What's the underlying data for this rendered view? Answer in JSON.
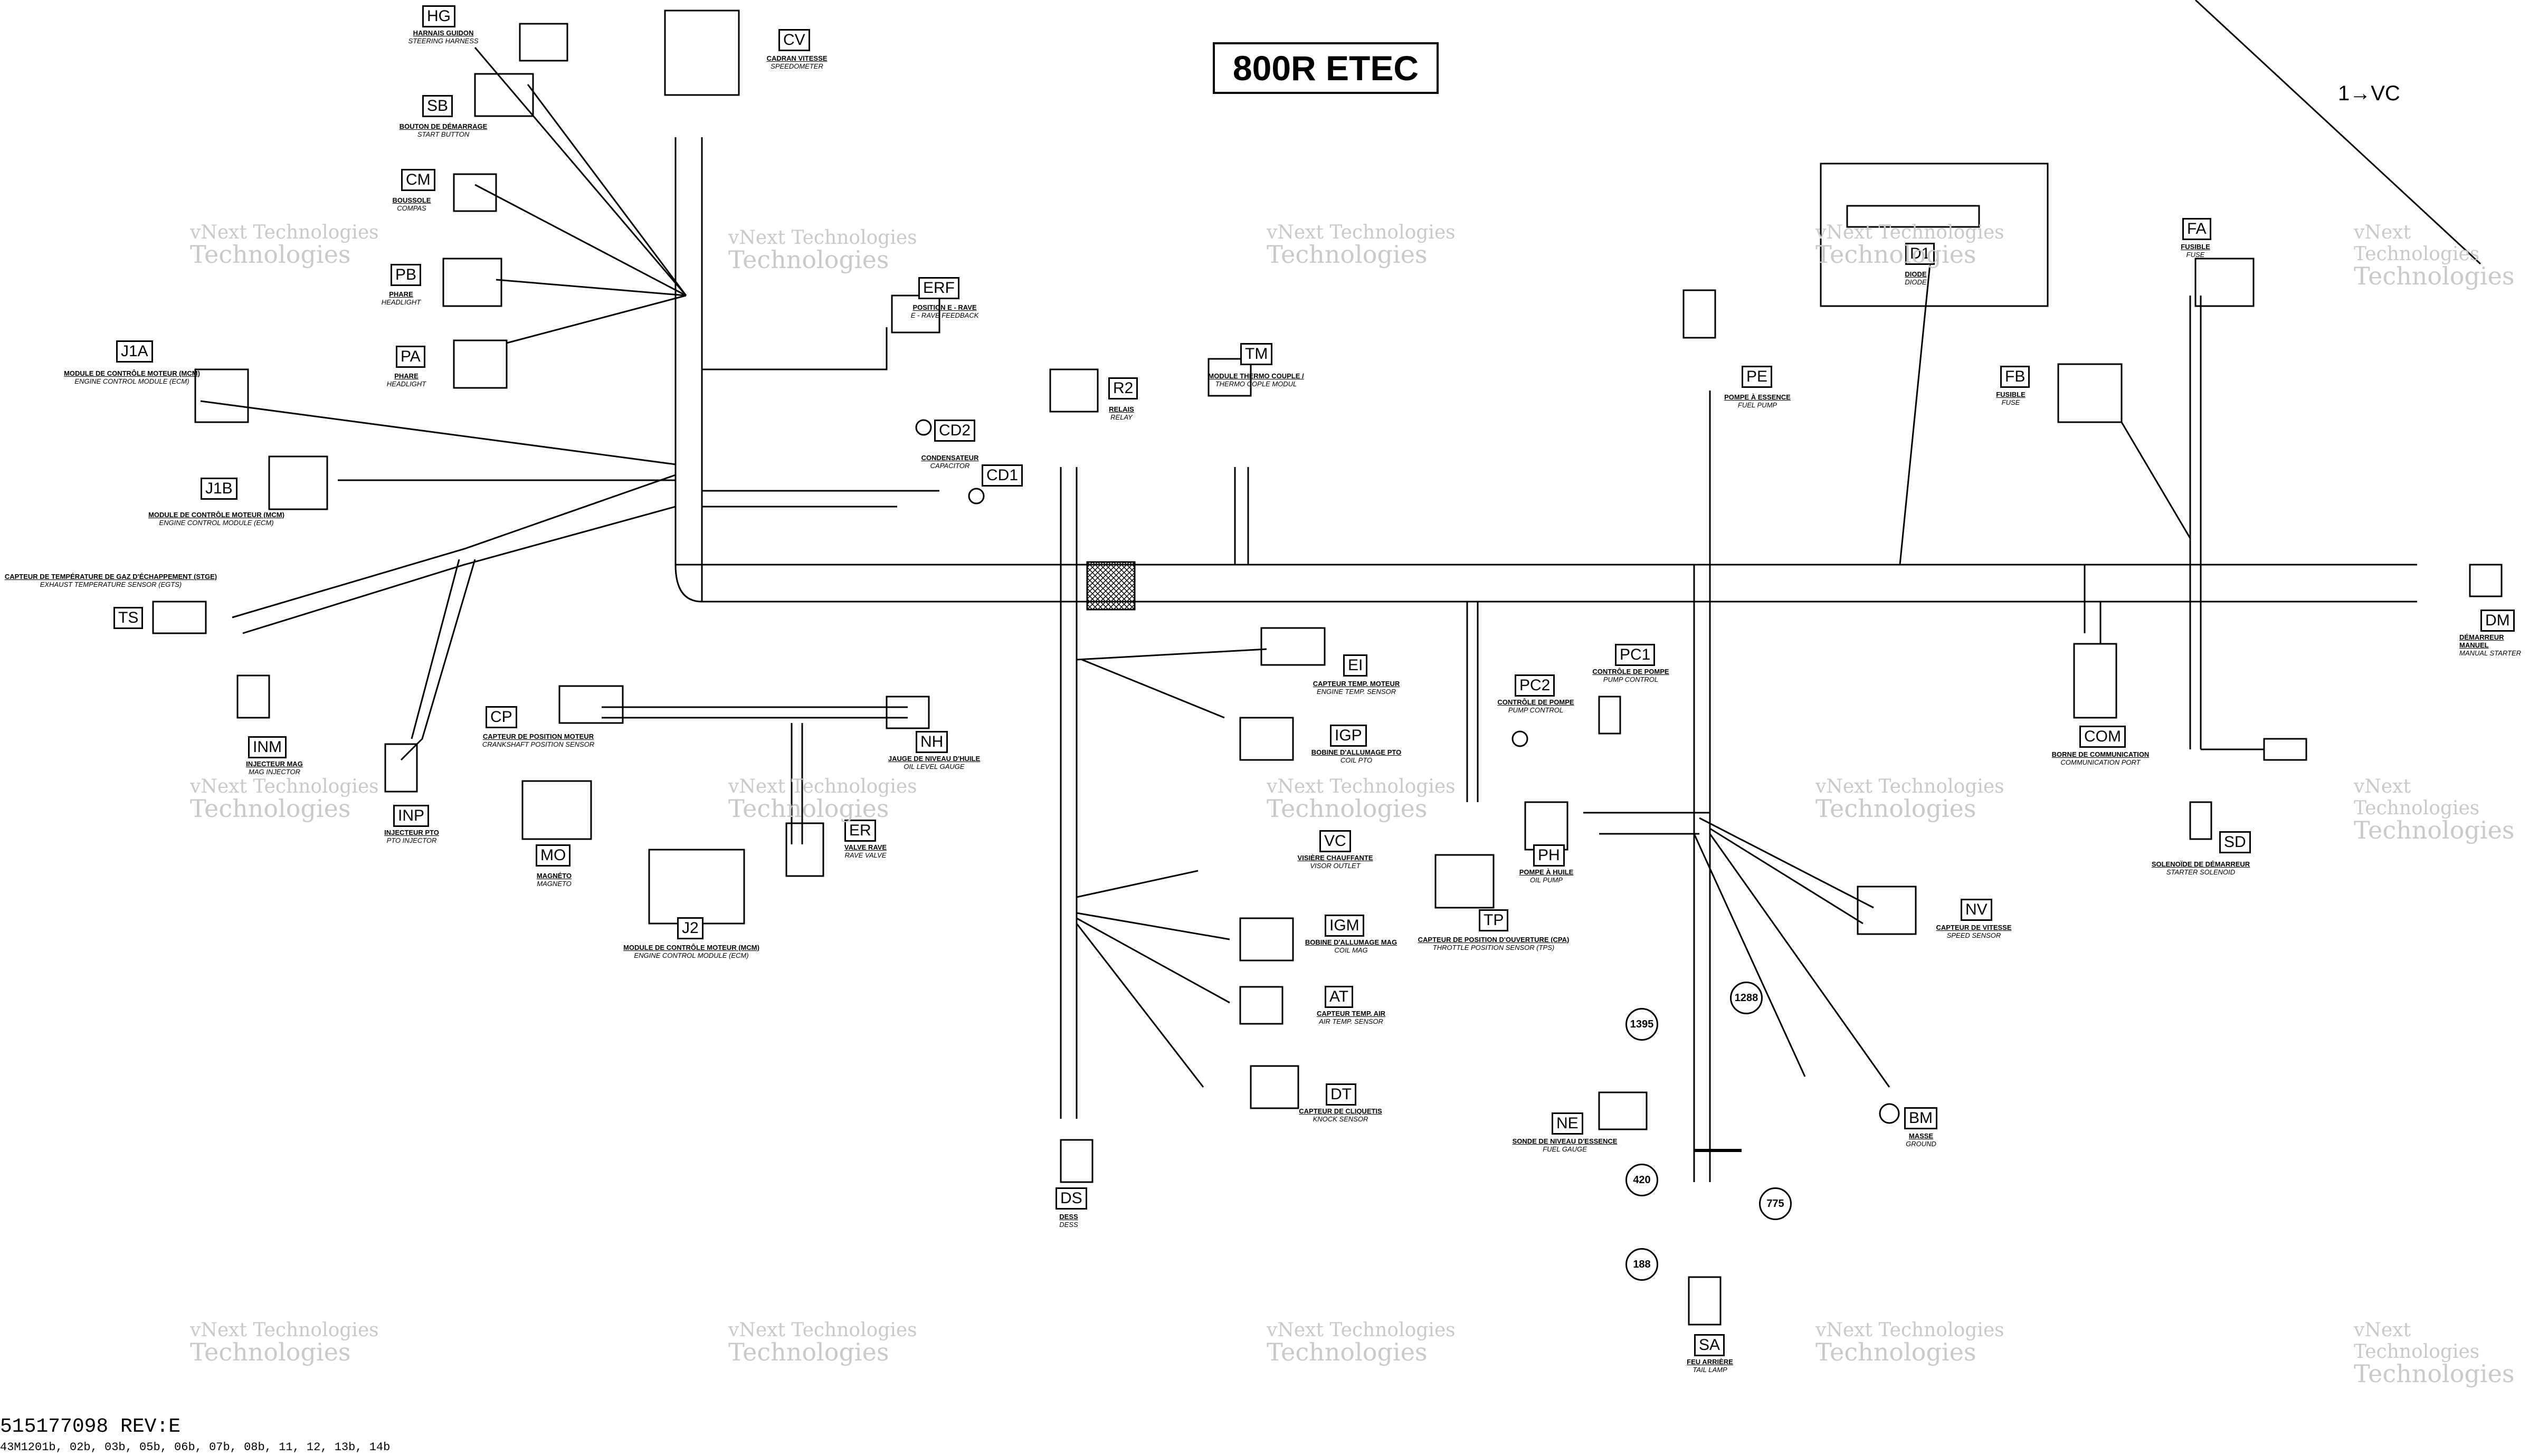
{
  "title": "800R ETEC",
  "reference": "1→VC",
  "part_number": "515177098 REV:E",
  "model_codes": "43M1201b, 02b, 03b, 05b, 06b, 07b, 08b, 11, 12, 13b, 14b",
  "watermark": {
    "line1": "vNext Technologies",
    "line2": "Technologies"
  },
  "connectors": [
    {
      "id": "HG",
      "fr": "HARNAIS GUIDON",
      "en": "STEERING HARNESS"
    },
    {
      "id": "SB",
      "fr": "BOUTON DE DÉMARRAGE",
      "en": "START BUTTON"
    },
    {
      "id": "CM",
      "fr": "BOUSSOLE",
      "en": "COMPAS"
    },
    {
      "id": "PB",
      "fr": "PHARE",
      "en": "HEADLIGHT"
    },
    {
      "id": "PA",
      "fr": "PHARE",
      "en": "HEADLIGHT"
    },
    {
      "id": "J1A",
      "fr": "MODULE DE CONTRÔLE MOTEUR (MCM)",
      "en": "ENGINE CONTROL MODULE (ECM)"
    },
    {
      "id": "J1B",
      "fr": "MODULE DE CONTRÔLE MOTEUR (MCM)",
      "en": "ENGINE CONTROL MODULE (ECM)"
    },
    {
      "id": "TS",
      "fr": "CAPTEUR DE TEMPÉRATURE DE GAZ D'ÉCHAPPEMENT (STGE)",
      "en": "EXHAUST TEMPERATURE SENSOR (EGTS)"
    },
    {
      "id": "INM",
      "fr": "INJECTEUR MAG",
      "en": "MAG INJECTOR"
    },
    {
      "id": "INP",
      "fr": "INJECTEUR PTO",
      "en": "PTO INJECTOR"
    },
    {
      "id": "CV",
      "fr": "CADRAN VITESSE",
      "en": "SPEEDOMETER"
    },
    {
      "id": "ERF",
      "fr": "POSITION E - RAVE",
      "en": "E - RAVE FEEDBACK"
    },
    {
      "id": "CD2",
      "fr": "CONDENSATEUR",
      "en": "CAPACITOR"
    },
    {
      "id": "CD1",
      "fr": "",
      "en": ""
    },
    {
      "id": "CP",
      "fr": "CAPTEUR DE POSITION MOTEUR",
      "en": "CRANKSHAFT POSITION SENSOR"
    },
    {
      "id": "NH",
      "fr": "JAUGE DE NIVEAU D'HUILE",
      "en": "OIL LEVEL GAUGE"
    },
    {
      "id": "ER",
      "fr": "VALVE RAVE",
      "en": "RAVE VALVE"
    },
    {
      "id": "MO",
      "fr": "MAGNÉTO",
      "en": "MAGNETO"
    },
    {
      "id": "J2",
      "fr": "MODULE DE CONTRÔLE MOTEUR (MCM)",
      "en": "ENGINE CONTROL MODULE (ECM)"
    },
    {
      "id": "R2",
      "fr": "RELAIS",
      "en": "RELAY"
    },
    {
      "id": "TM",
      "fr": "MODULE THERMO COUPLE /",
      "en": "THERMO COPLE MODUL"
    },
    {
      "id": "EI",
      "fr": "CAPTEUR TEMP. MOTEUR",
      "en": "ENGINE TEMP. SENSOR"
    },
    {
      "id": "IGP",
      "fr": "BOBINE D'ALLUMAGE PTO",
      "en": "COIL PTO"
    },
    {
      "id": "VC",
      "fr": "VISIÈRE CHAUFFANTE",
      "en": "VISOR OUTLET"
    },
    {
      "id": "IGM",
      "fr": "BOBINE D'ALLUMAGE MAG",
      "en": "COIL MAG"
    },
    {
      "id": "AT",
      "fr": "CAPTEUR TEMP. AIR",
      "en": "AIR TEMP. SENSOR"
    },
    {
      "id": "DT",
      "fr": "CAPTEUR DE CLIQUETIS",
      "en": "KNOCK SENSOR"
    },
    {
      "id": "DS",
      "fr": "DESS",
      "en": "DESS"
    },
    {
      "id": "PE",
      "fr": "POMPE À ESSENCE",
      "en": "FUEL PUMP"
    },
    {
      "id": "PC2",
      "fr": "CONTRÔLE DE POMPE",
      "en": "PUMP CONTROL"
    },
    {
      "id": "PC1",
      "fr": "CONTRÔLE DE POMPE",
      "en": "PUMP CONTROL"
    },
    {
      "id": "PH",
      "fr": "POMPE À HUILE",
      "en": "OIL PUMP"
    },
    {
      "id": "TP",
      "fr": "CAPTEUR DE POSITION D'OUVERTURE (CPA)",
      "en": "THROTTLE POSITION SENSOR (TPS)"
    },
    {
      "id": "NE",
      "fr": "SONDE DE NIVEAU D'ESSENCE",
      "en": "FUEL GAUGE"
    },
    {
      "id": "SA",
      "fr": "FEU ARRIÈRE",
      "en": "TAIL LAMP"
    },
    {
      "id": "D1",
      "fr": "DIODE",
      "en": "DIODE"
    },
    {
      "id": "NV",
      "fr": "CAPTEUR DE VITESSE",
      "en": "SPEED SENSOR"
    },
    {
      "id": "BM",
      "fr": "MASSE",
      "en": "GROUND"
    },
    {
      "id": "COM",
      "fr": "BORNE DE COMMUNICATION",
      "en": "COMMUNICATION PORT"
    },
    {
      "id": "FA",
      "fr": "FUSIBLE",
      "en": "FUSE"
    },
    {
      "id": "FB",
      "fr": "FUSIBLE",
      "en": "FUSE"
    },
    {
      "id": "SD",
      "fr": "SOLENOÏDE DE DÉMARREUR",
      "en": "STARTER SOLENOID"
    },
    {
      "id": "DM",
      "fr": "DÉMARREUR MANUEL",
      "en": "MANUAL STARTER"
    }
  ],
  "callouts": [
    "1395",
    "1288",
    "420",
    "775",
    "188"
  ]
}
